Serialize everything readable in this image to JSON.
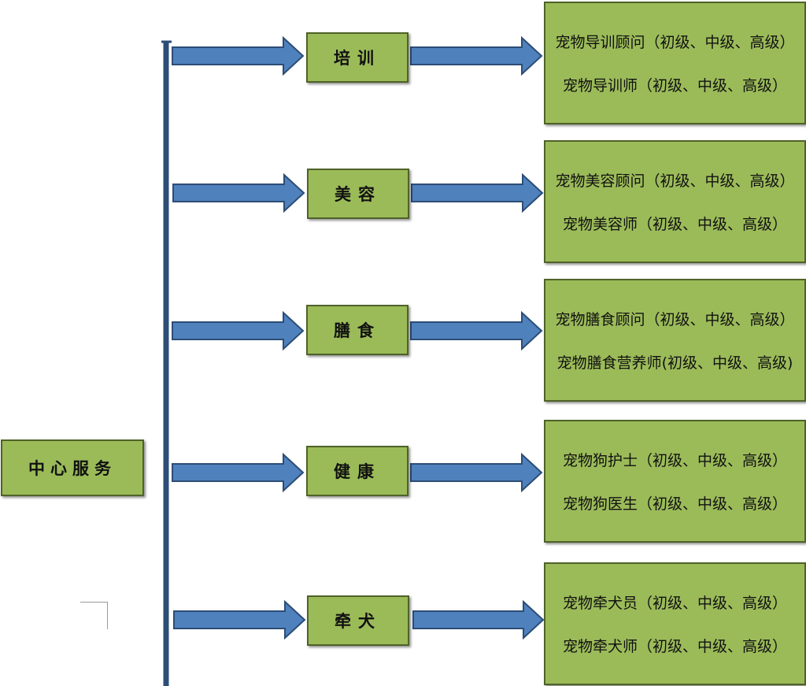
{
  "root": {
    "label": "中心服务"
  },
  "branches": [
    {
      "label": "培训",
      "roles": [
        "宠物导训顾问（初级、中级、高级）",
        "宠物导训师（初级、中级、高级）"
      ]
    },
    {
      "label": "美容",
      "roles": [
        "宠物美容顾问（初级、中级、高级）",
        "宠物美容师（初级、中级、高级）"
      ]
    },
    {
      "label": "膳食",
      "roles": [
        "宠物膳食顾问（初级、中级、高级）",
        "宠物膳食营养师(初级、中级、高级)"
      ]
    },
    {
      "label": "健康",
      "roles": [
        "宠物狗护士（初级、中级、高级）",
        "宠物狗医生（初级、中级、高级）"
      ]
    },
    {
      "label": "牵犬",
      "roles": [
        "宠物牵犬员（初级、中级、高级）",
        "宠物牵犬师（初级、中级、高级）"
      ]
    }
  ],
  "colors": {
    "box_fill": "#9bbb59",
    "box_border": "#4f6228",
    "arrow_fill": "#4f81bd",
    "arrow_stroke": "#2c4d75",
    "trunk": "#2c4d75"
  }
}
